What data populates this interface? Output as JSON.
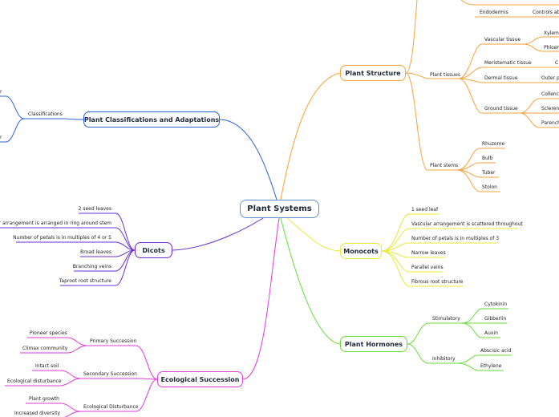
{
  "root": "Plant Systems",
  "colors": {
    "structure": "#f7a23a",
    "classifications": "#2c63d6",
    "dicots": "#6c2ed4",
    "monocots": "#e8e83a",
    "hormones": "#66dd3a",
    "succession": "#e03ad8",
    "root_border": "#5b8fd1"
  },
  "structure": {
    "title": "Plant Structure",
    "top": {
      "endodermis": "Endodermis",
      "controls": "Controls ab"
    },
    "tissues": {
      "label": "Plant tissues",
      "vascular": "Vascular tissue",
      "xylem": "Xylem",
      "phloem": "Phloem",
      "meristematic": "Meristematic tissue",
      "meristematic_child": "C",
      "dermal": "Dermal tissue",
      "dermal_child": "Outer p",
      "ground": "Ground tissue",
      "collenchyma": "Collench",
      "sclerenchyma": "Sclerenc",
      "parenchyma": "Parench"
    },
    "stems": {
      "label": "Plant stems",
      "items": [
        "Rhuzome",
        "Bulb",
        "Tuber",
        "Stolon"
      ]
    }
  },
  "classifications": {
    "title": "Plant Classifications and Adaptations",
    "label": "Classifications",
    "child1": "r",
    "child2": "r"
  },
  "dicots": {
    "title": "Dicots",
    "items": [
      "2 seed leaves",
      "Vascular arrangement is arranged in ring around stem",
      "Number of petals is in multiples of 4 or 5",
      "Broad leaves",
      "Branching veins",
      "Taproot root structure"
    ]
  },
  "monocots": {
    "title": "Monocots",
    "items": [
      "1 seed leaf",
      "Vascular arrangement is scattered throughout",
      "Number of petals is in multiples of 3",
      "Narrow leaves",
      "Parallel veins",
      "Fibrous root structure"
    ]
  },
  "hormones": {
    "title": "Plant Hormones",
    "stimulatory": {
      "label": "Stimulatory",
      "items": [
        "Cytokinin",
        "Gibberlin",
        "Auxin"
      ]
    },
    "inhibitory": {
      "label": "Inhibitory",
      "items": [
        "Abscisic acid",
        "Ethylene"
      ]
    }
  },
  "succession": {
    "title": "Ecological Succession",
    "primary": {
      "label": "Primary Succession",
      "items": [
        "Pioneer species",
        "Climax community"
      ]
    },
    "secondary": {
      "label": "Secondary Succession",
      "items": [
        "Intact soil",
        "Ecological disturbance"
      ]
    },
    "disturbance": {
      "label": "Ecological Disturbance",
      "items": [
        "Plant growth",
        "Increased diversity"
      ]
    }
  }
}
